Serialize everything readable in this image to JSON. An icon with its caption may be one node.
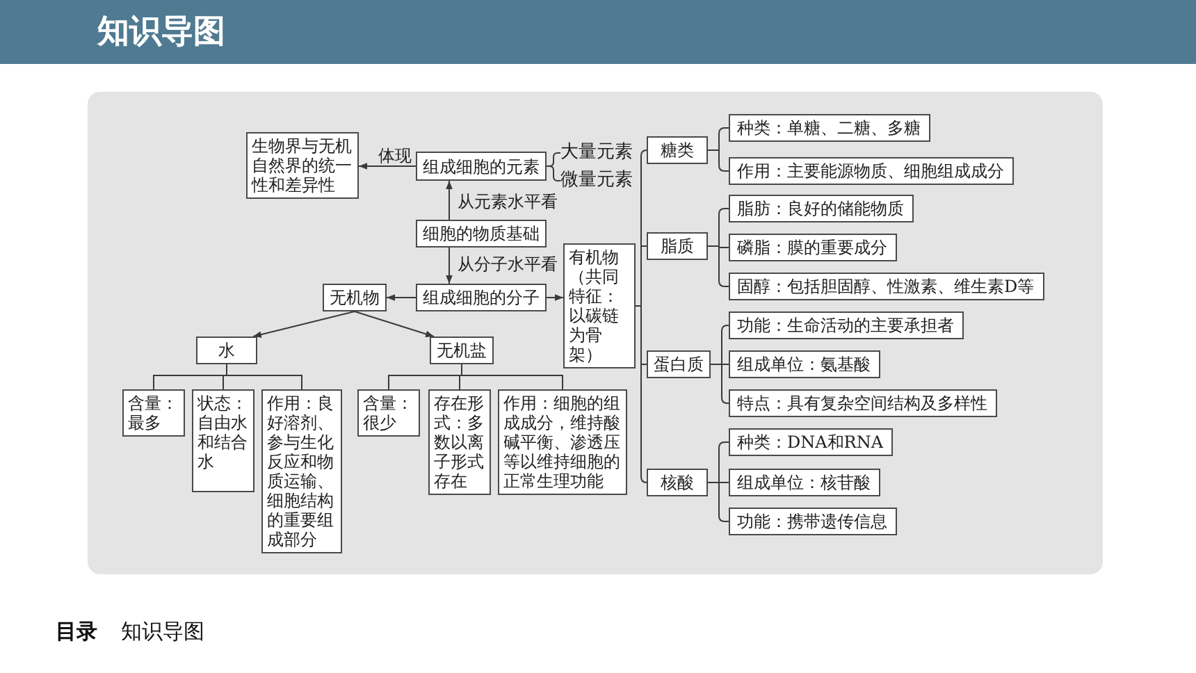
{
  "diagram": {
    "title": "知识导图",
    "nodes": [
      {
        "text": [
          "生物界与无机自然界的统一性和差异性"
        ]
      },
      {
        "text": [
          "组成细胞的元素"
        ]
      },
      {
        "text": [
          "大量元素"
        ]
      },
      {
        "text": [
          "微量元素"
        ]
      },
      {
        "text": [
          "细胞的物质基础"
        ]
      },
      {
        "text": [
          "无机物"
        ]
      },
      {
        "text": [
          "组成细胞的分子"
        ]
      },
      {
        "text": [
          "有机物（共同特征：以碳链为骨架）"
        ]
      },
      {
        "text": [
          "水"
        ]
      },
      {
        "text": [
          "无机盐"
        ]
      },
      {
        "text": [
          "含量：最多"
        ]
      },
      {
        "text": [
          "状态：自由水和结合水"
        ]
      },
      {
        "text": [
          "作用：良好溶剂、参与生化反应和物质运输、细胞结构的重要组成部分"
        ]
      },
      {
        "text": [
          "含量：很少"
        ]
      },
      {
        "text": [
          "存在形式：多数以离子形式存在"
        ]
      },
      {
        "text": [
          "作用：细胞的组成成分，维持酸碱平衡、渗透压等以维持细胞的正常生理功能"
        ]
      },
      {
        "text": [
          "糖类"
        ]
      },
      {
        "text": [
          "种类：单糖、二糖、多糖"
        ]
      },
      {
        "text": [
          "作用：主要能源物质、细胞组成成分"
        ]
      },
      {
        "text": [
          "脂质"
        ]
      },
      {
        "text": [
          "脂肪：良好的储能物质"
        ]
      },
      {
        "text": [
          "磷脂：膜的重要成分"
        ]
      },
      {
        "text": [
          "固醇：包括胆固醇、性激素、维生素D等"
        ]
      },
      {
        "text": [
          "蛋白质"
        ]
      },
      {
        "text": [
          "功能：生命活动的主要承担者"
        ]
      },
      {
        "text": [
          "组成单位：氨基酸"
        ]
      },
      {
        "text": [
          "特点：具有复杂空间结构及多样性"
        ]
      },
      {
        "text": [
          "核酸"
        ]
      },
      {
        "text": [
          "种类：DNA和RNA"
        ]
      },
      {
        "text": [
          "组成单位：核苷酸"
        ]
      },
      {
        "text": [
          "功能：携带遗传信息"
        ]
      }
    ],
    "edges": [
      {
        "from": 1,
        "to": 0,
        "arrow": "to",
        "label": "体现"
      },
      {
        "from": 1,
        "to": 2,
        "arrow": "none"
      },
      {
        "from": 1,
        "to": 3,
        "arrow": "none"
      },
      {
        "from": 4,
        "to": 1,
        "arrow": "to",
        "label": "从元素水平看"
      },
      {
        "from": 4,
        "to": 6,
        "arrow": "to",
        "label": "从分子水平看"
      },
      {
        "from": 6,
        "to": 5,
        "arrow": "to"
      },
      {
        "from": 6,
        "to": 7,
        "arrow": "to"
      },
      {
        "from": 5,
        "to": 8,
        "arrow": "to"
      },
      {
        "from": 5,
        "to": 9,
        "arrow": "to"
      },
      {
        "from": 8,
        "to": 10,
        "arrow": "none"
      },
      {
        "from": 8,
        "to": 11,
        "arrow": "none"
      },
      {
        "from": 8,
        "to": 12,
        "arrow": "none"
      },
      {
        "from": 9,
        "to": 13,
        "arrow": "none"
      },
      {
        "from": 9,
        "to": 14,
        "arrow": "none"
      },
      {
        "from": 9,
        "to": 15,
        "arrow": "none"
      },
      {
        "from": 7,
        "to": 16,
        "arrow": "none"
      },
      {
        "from": 7,
        "to": 19,
        "arrow": "none"
      },
      {
        "from": 7,
        "to": 23,
        "arrow": "none"
      },
      {
        "from": 7,
        "to": 27,
        "arrow": "none"
      },
      {
        "from": 16,
        "to": 17,
        "arrow": "none"
      },
      {
        "from": 16,
        "to": 18,
        "arrow": "none"
      },
      {
        "from": 19,
        "to": 20,
        "arrow": "none"
      },
      {
        "from": 19,
        "to": 21,
        "arrow": "none"
      },
      {
        "from": 19,
        "to": 22,
        "arrow": "none"
      },
      {
        "from": 23,
        "to": 24,
        "arrow": "none"
      },
      {
        "from": 23,
        "to": 25,
        "arrow": "none"
      },
      {
        "from": 23,
        "to": 26,
        "arrow": "none"
      },
      {
        "from": 27,
        "to": 28,
        "arrow": "none"
      },
      {
        "from": 27,
        "to": 29,
        "arrow": "none"
      },
      {
        "from": 27,
        "to": 30,
        "arrow": "none"
      }
    ],
    "labels": [
      "目录",
      "知识导图"
    ]
  }
}
